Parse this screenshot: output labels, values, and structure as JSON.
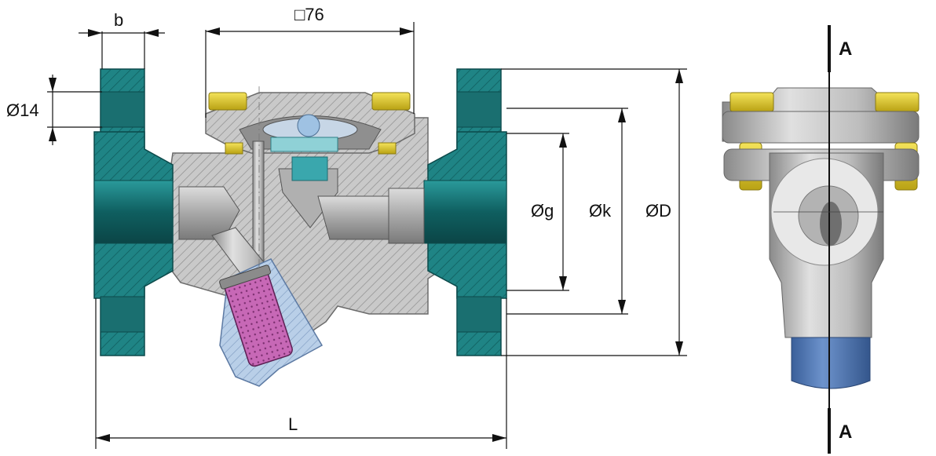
{
  "labels": {
    "b": "b",
    "square76": "□76",
    "dia14": "Ø14",
    "dia_g": "Øg",
    "dia_k": "Øk",
    "dia_D": "ØD",
    "L": "L",
    "section_top": "A",
    "section_bottom": "A"
  },
  "colors": {
    "flange": "#1f7f80",
    "body_hatch": "#bdbdbd",
    "bolt": "#e8d233",
    "bonnet_hatch": "#a9a9a9",
    "strainer": "#c86ab5",
    "strainer_cap": "#a9c3e3",
    "dim_line": "#111111"
  }
}
